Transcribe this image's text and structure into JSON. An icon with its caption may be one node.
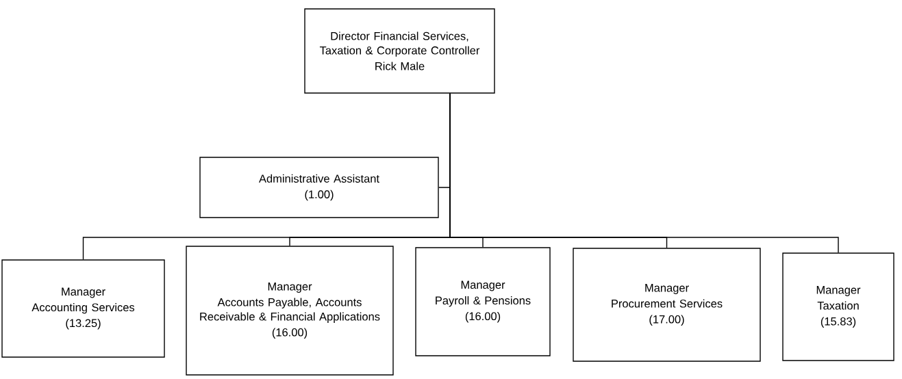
{
  "diagram": {
    "nodes": [
      {
        "text": [
          "Director Financial Services, Taxation & Corporate Controller",
          "Rick Male"
        ]
      },
      {
        "text": [
          "Administrative Assistant",
          "(1.00)"
        ]
      },
      {
        "text": [
          "Manager",
          "Accounting Services",
          "(13.25)"
        ]
      },
      {
        "text": [
          "Manager",
          "Accounts Payable, Accounts Receivable & Financial Applications",
          "(16.00)"
        ]
      },
      {
        "text": [
          "Manager",
          "Payroll & Pensions",
          "(16.00)"
        ]
      },
      {
        "text": [
          "Manager",
          "Procurement Services",
          "(17.00)"
        ]
      },
      {
        "text": [
          "Manager",
          "Taxation",
          "(15.83)"
        ]
      }
    ],
    "edges": [
      {
        "from": 0,
        "to": 1,
        "arrow": "none"
      },
      {
        "from": 0,
        "to": 2,
        "arrow": "none"
      },
      {
        "from": 0,
        "to": 3,
        "arrow": "none"
      },
      {
        "from": 0,
        "to": 4,
        "arrow": "none"
      },
      {
        "from": 0,
        "to": 5,
        "arrow": "none"
      },
      {
        "from": 0,
        "to": 6,
        "arrow": "none"
      }
    ]
  }
}
